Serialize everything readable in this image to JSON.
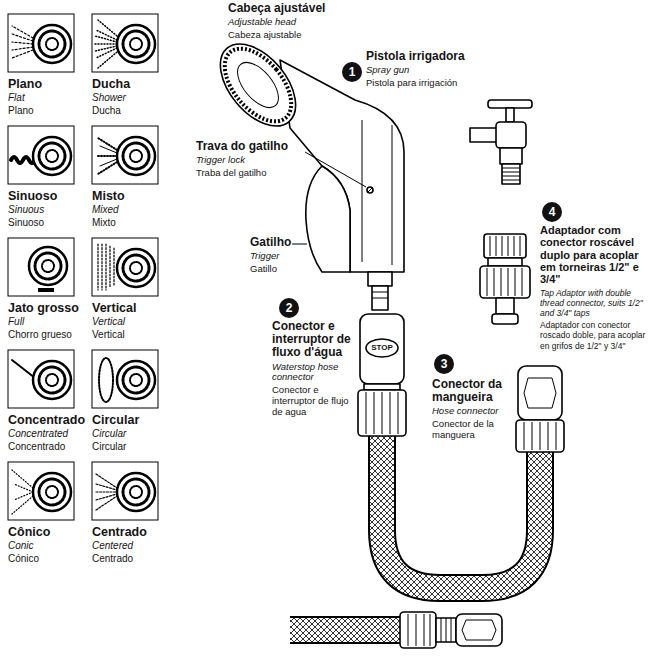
{
  "diagram": {
    "nodes": [
      {
        "text": [
          "1"
        ]
      },
      {
        "text": [
          "2"
        ]
      },
      {
        "text": [
          "3"
        ]
      },
      {
        "text": [
          "4"
        ]
      }
    ],
    "labels": [
      "Plano",
      "Flat",
      "Plano",
      "Ducha",
      "Shower",
      "Ducha",
      "Sinuoso",
      "Sinuous",
      "Sinuoso",
      "Misto",
      "Mixed",
      "Mixto",
      "Jato grosso",
      "Full",
      "Chorro grueso",
      "Vertical",
      "Vertical",
      "Vertical",
      "Concentrado",
      "Concentrated",
      "Concentrado",
      "Circular",
      "Circular",
      "Circular",
      "Cônico",
      "Conic",
      "Cónico",
      "Centrado",
      "Centered",
      "Centrado",
      "Cabeça ajustável",
      "Adjustable head",
      "Cabeza ajustable",
      "Pistola irrigadora",
      "Spray gun",
      "Pistola para irrigación",
      "Trava do gatilho",
      "Trigger lock",
      "Traba del gatilho",
      "Gatilho",
      "Trigger",
      "Gatillo",
      "Conector e interruptor de fluxo d'água",
      "Waterstop hose connector",
      "Conector e interruptor de flujo de agua",
      "STOP",
      "Conector da mangueira",
      "Hose connector",
      "Conector de la manguera",
      "Adaptador com conector roscável duplo para acoplar em torneiras 1/2\" e 3/4\"",
      "Tap Adaptor with double thread connector, suits 1/2\" and 3/4\" taps",
      "Adaptador con conector roscado doble, para acoplar en grifos de 1/2\" y 3/4\""
    ]
  }
}
